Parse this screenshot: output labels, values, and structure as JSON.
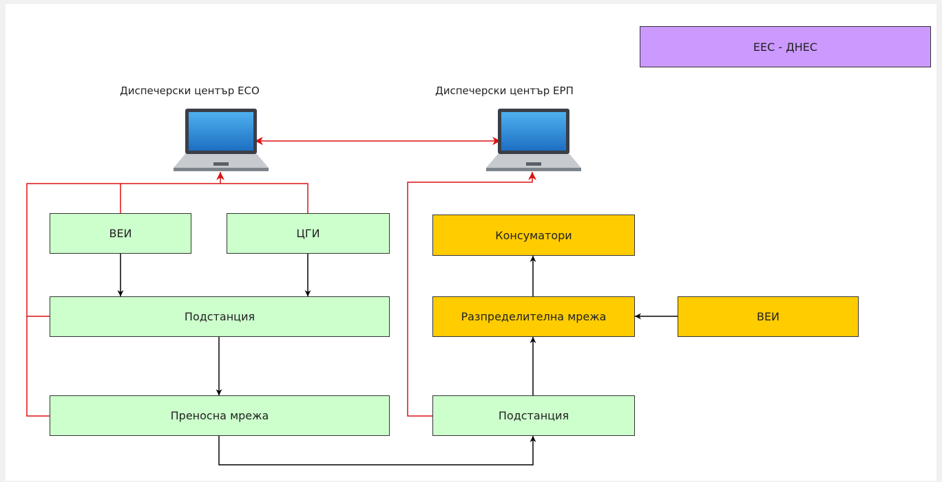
{
  "title_box": {
    "label": "ЕЕС - ДНЕС"
  },
  "dispatch_centers": {
    "eso": {
      "label": "Диспечерски център ЕСО",
      "icon": "laptop-icon"
    },
    "erp": {
      "label": "Диспечерски център ЕРП",
      "icon": "laptop-icon"
    }
  },
  "generation": {
    "res_left": {
      "label": "ВЕИ"
    },
    "cgi": {
      "label": "ЦГИ"
    }
  },
  "transmission": {
    "substation": {
      "label": "Подстанция"
    },
    "grid": {
      "label": "Преносна мрежа"
    }
  },
  "distribution": {
    "substation": {
      "label": "Подстанция"
    },
    "grid": {
      "label": "Разпределителна мрежа"
    },
    "consumers": {
      "label": "Консуматори"
    },
    "res_right": {
      "label": "ВЕИ"
    }
  },
  "colors": {
    "green_box": "#ccffcc",
    "orange_box": "#ffcc00",
    "purple_box": "#cc99ff",
    "control_link": "#dd1111",
    "power_flow": "#000000"
  }
}
